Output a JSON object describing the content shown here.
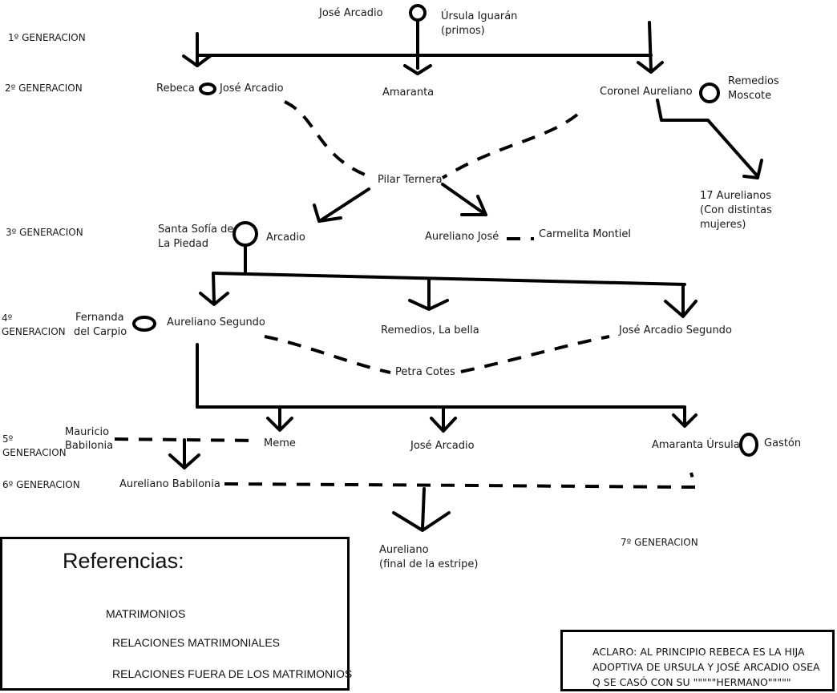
{
  "generations": {
    "g1": "1º GENERACION",
    "g2": "2º GENERACION",
    "g3": "3º GENERACION",
    "g4a": "4º",
    "g4b": "GENERACION",
    "g5a": "5º",
    "g5b": "GENERACION",
    "g6": "6º GENERACION",
    "g7": "7º GENERACION"
  },
  "people": {
    "jose_arcadio_1": "José Arcadio",
    "ursula_1": "Úrsula Iguarán",
    "ursula_2": "(primos)",
    "rebeca": "Rebeca",
    "jose_arcadio_2": "José Arcadio",
    "amaranta": "Amaranta",
    "coronel_aureliano": "Coronel Aureliano",
    "remedios_moscote_1": "Remedios",
    "remedios_moscote_2": "Moscote",
    "pilar_ternera": "Pilar Ternera",
    "aurelianos_17_1": "17 Aurelianos",
    "aurelianos_17_2": "(Con distintas",
    "aurelianos_17_3": "mujeres)",
    "santa_sofia_1": "Santa Sofía de",
    "santa_sofia_2": "La Piedad",
    "arcadio": "Arcadio",
    "aureliano_jose": "Aureliano José",
    "carmelita_montiel": "Carmelita Montiel",
    "fernanda_1": "Fernanda",
    "fernanda_2": "del Carpio",
    "aureliano_segundo": "Aureliano Segundo",
    "remedios_bella": "Remedios, La bella",
    "jose_arcadio_segundo": "José Arcadio Segundo",
    "petra_cotes": "Petra Cotes",
    "mauricio_1": "Mauricio",
    "mauricio_2": "Babilonia",
    "meme": "Meme",
    "jose_arcadio_5": "José Arcadio",
    "amaranta_ursula": "Amaranta Úrsula",
    "gaston": "Gastón",
    "aureliano_babilonia": "Aureliano Babilonia",
    "aureliano_final_1": "Aureliano",
    "aureliano_final_2": "(final de la estripe)"
  },
  "legend": {
    "title": "Referencias:",
    "marriages": "MATRIMONIOS",
    "marital_relations": "RELACIONES MATRIMONIALES",
    "extramarital_relations": "RELACIONES FUERA DE LOS MATRIMONIOS"
  },
  "note": {
    "text": "ACLARO: AL PRINCIPIO REBECA ES LA HIJA ADOPTIVA DE URSULA Y JOSÉ ARCADIO OSEA Q SE CASÓ CON SU \"\"\"\"\"HERMANO\"\"\"\"\""
  }
}
